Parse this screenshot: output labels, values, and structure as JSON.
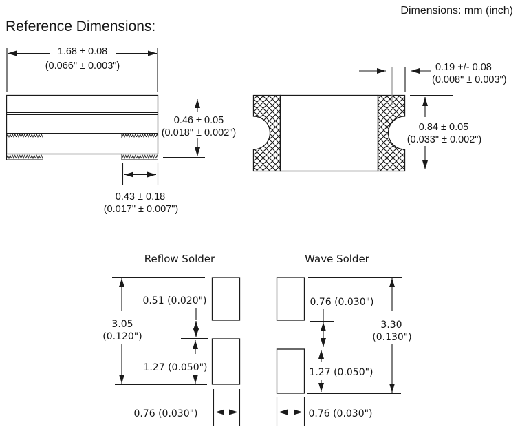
{
  "header": {
    "units_note": "Dimensions: mm (inch)",
    "title": "Reference Dimensions:"
  },
  "side_view": {
    "width_mm": "1.68 ± 0.08",
    "width_in": "(0.066\" ± 0.003\")",
    "height_mm": "0.46 ± 0.05",
    "height_in": "(0.018\" ± 0.002\")",
    "terminal_width_mm": "0.43 ± 0.18",
    "terminal_width_in": "(0.017\" ± 0.007\")"
  },
  "end_view": {
    "terminal_band_mm": "0.19 +/- 0.08",
    "terminal_band_in": "(0.008\" ± 0.003\")",
    "height_mm": "0.84 ± 0.05",
    "height_in": "(0.033\" ± 0.002\")"
  },
  "reflow_solder": {
    "label": "Reflow Solder",
    "pad_gap": "0.51 (0.020\")",
    "overall_mm": "3.05",
    "overall_in": "(0.120\")",
    "pad_height": "1.27 (0.050\")",
    "pad_width": "0.76 (0.030\")"
  },
  "wave_solder": {
    "label": "Wave Solder",
    "pad_gap": "0.76 (0.030\")",
    "overall_mm": "3.30",
    "overall_in": "(0.130\")",
    "pad_height": "1.27 (0.050\")",
    "pad_width": "0.76 (0.030\")"
  }
}
